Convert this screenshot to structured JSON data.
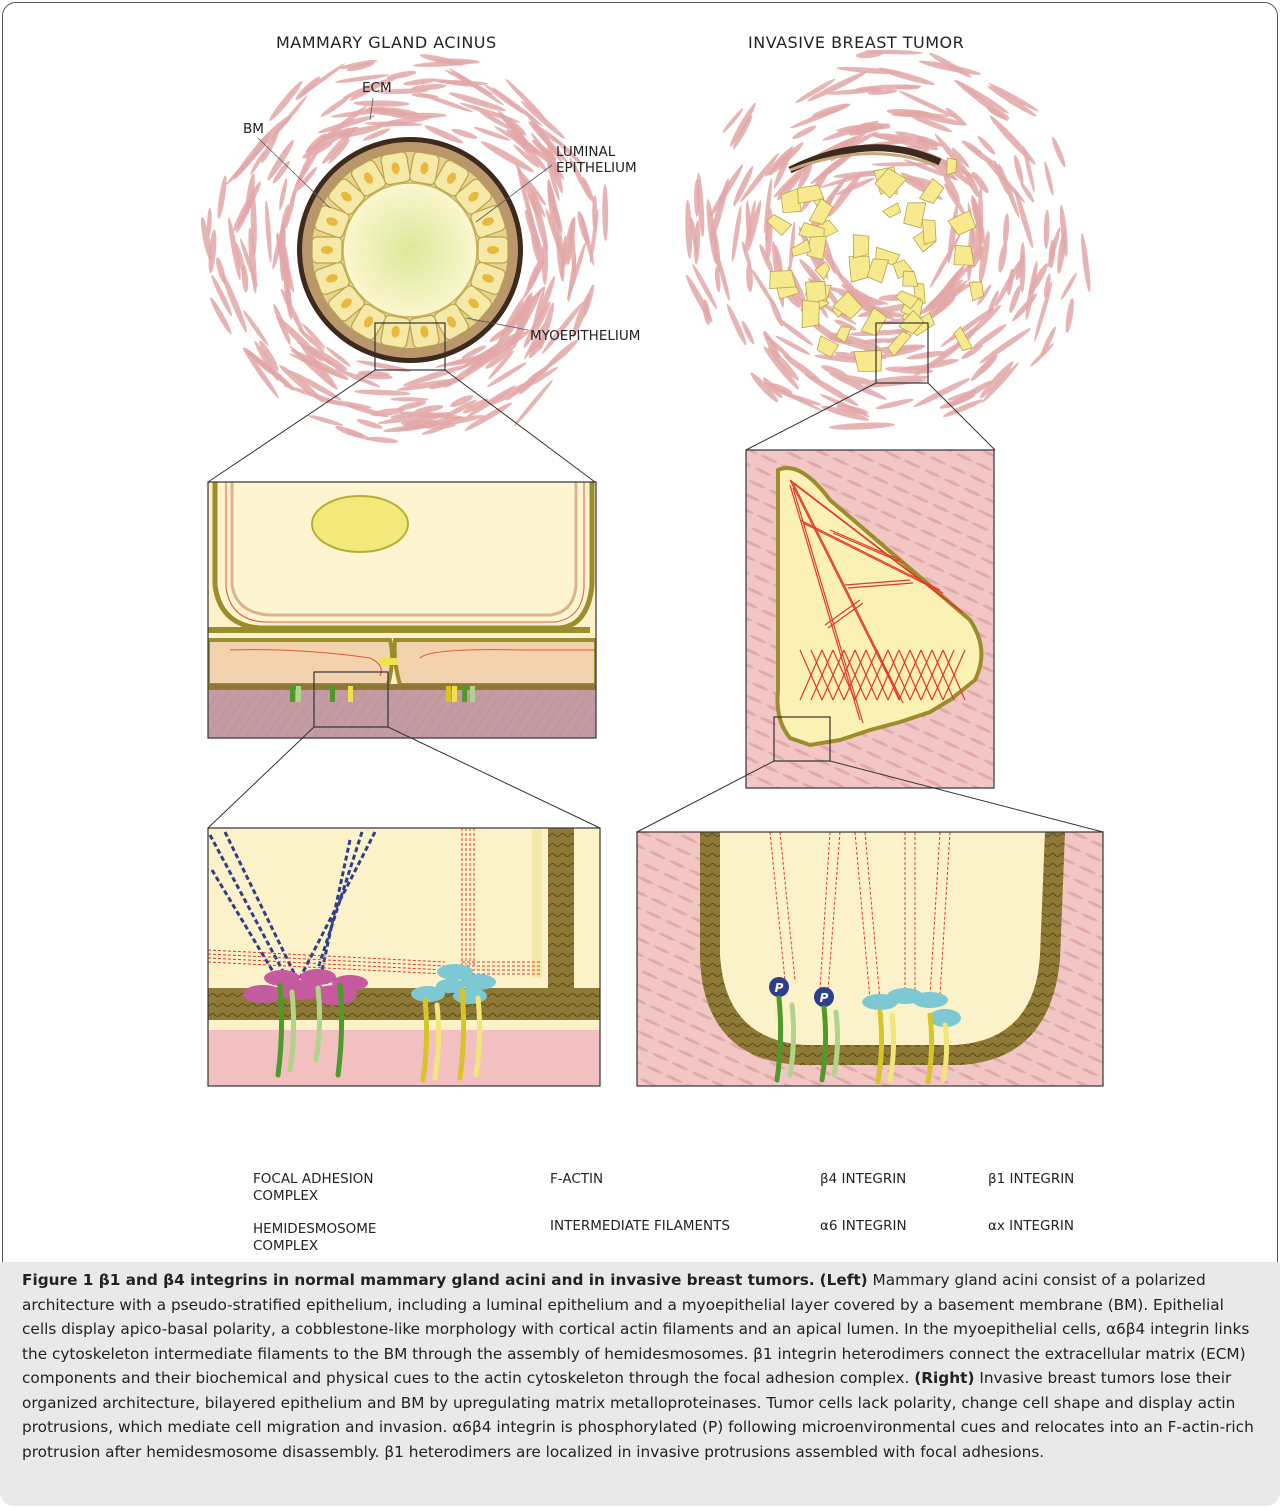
{
  "titles": {
    "left": "MAMMARY GLAND ACINUS",
    "right": "INVASIVE BREAST TUMOR"
  },
  "labels": {
    "ecm": "ECM",
    "bm": "BM",
    "luminal_1": "LUMINAL",
    "luminal_2": "EPITHELIUM",
    "myoepithelium": "MYOEPITHELIUM",
    "phospho": "P"
  },
  "legend": {
    "focal_1": "FOCAL ADHESION",
    "focal_2": "COMPLEX",
    "hemi_1": "HEMIDESMOSOME",
    "hemi_2": "COMPLEX",
    "factin": "F-ACTIN",
    "intermediate": "INTERMEDIATE FILAMENTS",
    "b4": "β4 INTEGRIN",
    "a6": "α6 INTEGRIN",
    "b1": "β1 INTEGRIN",
    "ax": "αx INTEGRIN"
  },
  "caption": {
    "fig_num": "Figure 1 β1 and β4 integrins in normal mammary gland acini and in invasive breast tumors.",
    "left_tag": "(Left)",
    "left_text": " Mammary gland acini consist of a polarized architecture with a pseudo-stratified epithelium, including a luminal epithelium and a myoepithelial layer covered by a basement membrane (BM). Epithelial cells display apico-basal polarity, a cobblestone-like morphology with cortical actin filaments and an apical lumen. In the myoepithelial cells, α6β4 integrin links the cytoskeleton intermediate filaments to the BM through the assembly of hemidesmosomes. β1 integrin heterodimers connect the extracellular matrix (ECM) components and their biochemical and physical cues to the actin cytoskeleton through the focal adhesion complex. ",
    "right_tag": "(Right)",
    "right_text": " Invasive breast tumors lose their organized architecture, bilayered epithelium and BM by upregulating matrix metalloproteinases. Tumor cells lack polarity, change cell shape and display actin protrusions, which mediate cell migration and invasion. α6β4 integrin is phosphorylated (P) following microenvironmental cues and relocates into an F-actin-rich protrusion after hemidesmosome disassembly. β1 heterodimers are localized in invasive protrusions assembled with focal adhesions."
  },
  "colors": {
    "ecm_fiber": "#e3a7a7",
    "stroma": "#f2c2c2",
    "cytoplasm": "#fbf3c9",
    "nucleus": "#f3e97a",
    "bm": "#8a7a3a",
    "focal": "#7cc9d3",
    "hemi": "#c65a9e",
    "factin": "#e0392b",
    "intermediate": "#2c3e8c",
    "b4": "#4e9a2a",
    "a6": "#b2d48a",
    "b1": "#d7c42a",
    "ax": "#f2e57a"
  }
}
